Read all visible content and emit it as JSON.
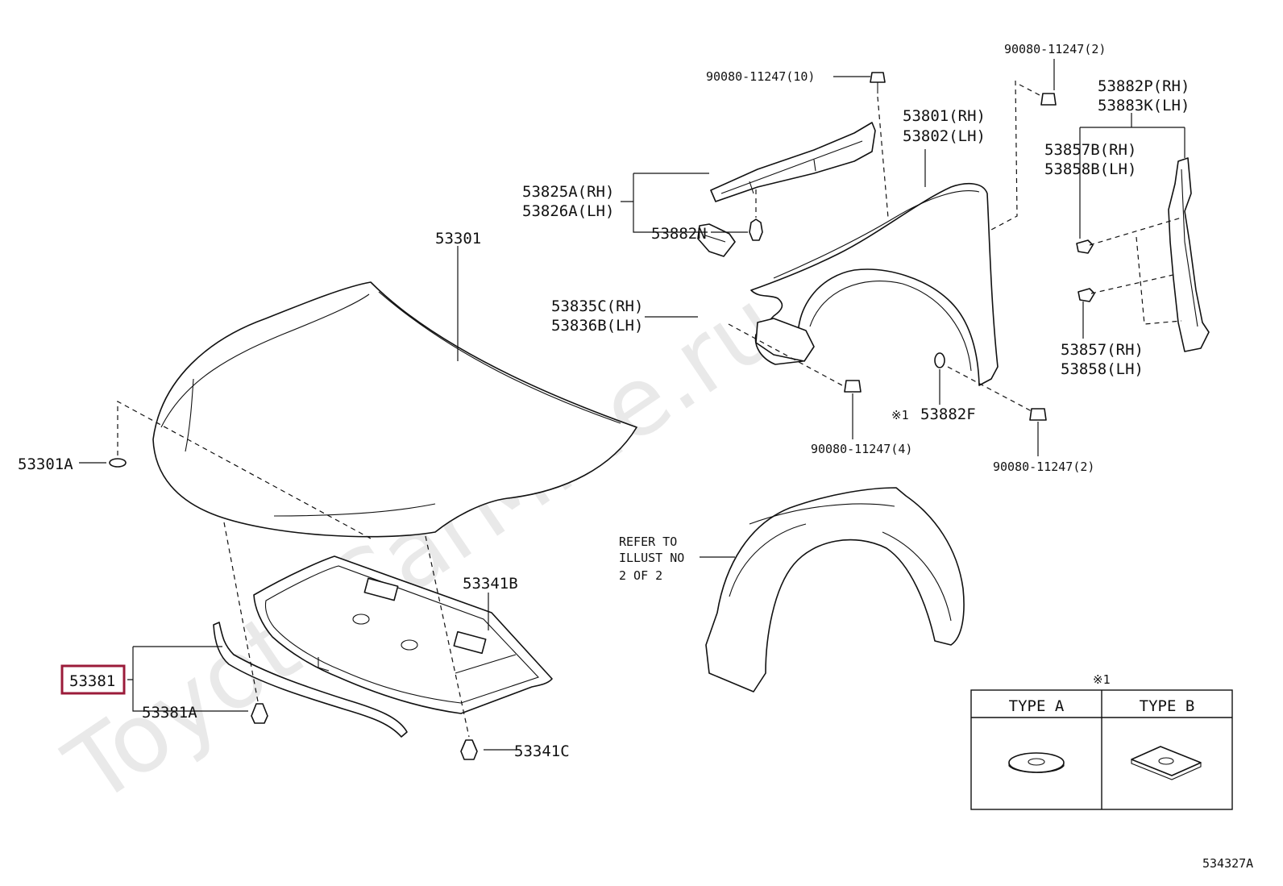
{
  "watermark": "ToyotaCarMine.ru",
  "diagram_id": "534327A",
  "highlight_color": "#9b1b3a",
  "refer_note": [
    "REFER TO",
    "ILLUST NO",
    "2 OF 2"
  ],
  "labels": {
    "p53301": "53301",
    "p53301A": "53301A",
    "p53341B": "53341B",
    "p53341C": "53341C",
    "p53381": "53381",
    "p53381A": "53381A",
    "bolt_10": "90080-11247(10)",
    "bolt_2_top": "90080-11247(2)",
    "bolt_4": "90080-11247(4)",
    "bolt_2_bottom": "90080-11247(2)",
    "p53825A": "53825A(RH)",
    "p53826A": "53826A(LH)",
    "p53882N": "53882N",
    "p53801": "53801(RH)",
    "p53802": "53802(LH)",
    "p53882P": "53882P(RH)",
    "p53883K": "53883K(LH)",
    "p53857B": "53857B(RH)",
    "p53858B": "53858B(LH)",
    "p53857": "53857(RH)",
    "p53858": "53858(LH)",
    "p53835C": "53835C(RH)",
    "p53836B": "53836B(LH)",
    "p53882F": "53882F",
    "note_mark": "※1"
  },
  "type_table": {
    "mark": "※1",
    "columns": [
      "TYPE  A",
      "TYPE  B"
    ]
  }
}
